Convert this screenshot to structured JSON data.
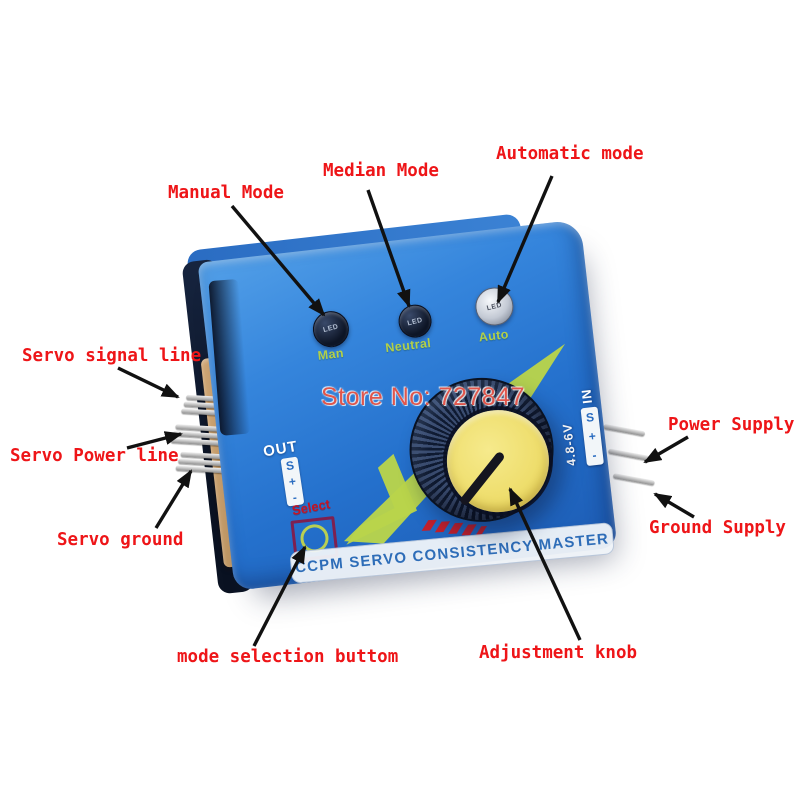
{
  "watermark": "Store No: 727847",
  "callouts": {
    "manual_mode": "Manual Mode",
    "median_mode": "Median Mode",
    "automatic_mode": "Automatic mode",
    "servo_signal_line": "Servo signal line",
    "servo_power_line": "Servo Power line",
    "servo_ground": "Servo ground",
    "power_supply": "Power Supply",
    "ground_supply": "Ground Supply",
    "mode_selection_button": "mode selection buttom",
    "adjustment_knob": "Adjustment knob"
  },
  "device": {
    "led_label": "LED",
    "led_captions": {
      "manual": "Man",
      "median": "Neutral",
      "auto": "Auto"
    },
    "out_port": {
      "title": "OUT",
      "pins": [
        "S",
        "+",
        "-"
      ]
    },
    "in_port": {
      "title": "IN",
      "voltage": "4.8-6V",
      "pins": [
        "S",
        "+",
        "-"
      ]
    },
    "select_button_label": "Select",
    "banner_title": "CCPM SERVO CONSISTENCY MASTER"
  },
  "colors": {
    "body_blue": "#2f7ed8",
    "accent_yellow_green": "#b9d44b",
    "knob_yellow": "#efe070",
    "callout_red": "#ee1518",
    "banner_text_blue": "#2e6db8",
    "watermark_red": "#e0564c"
  }
}
